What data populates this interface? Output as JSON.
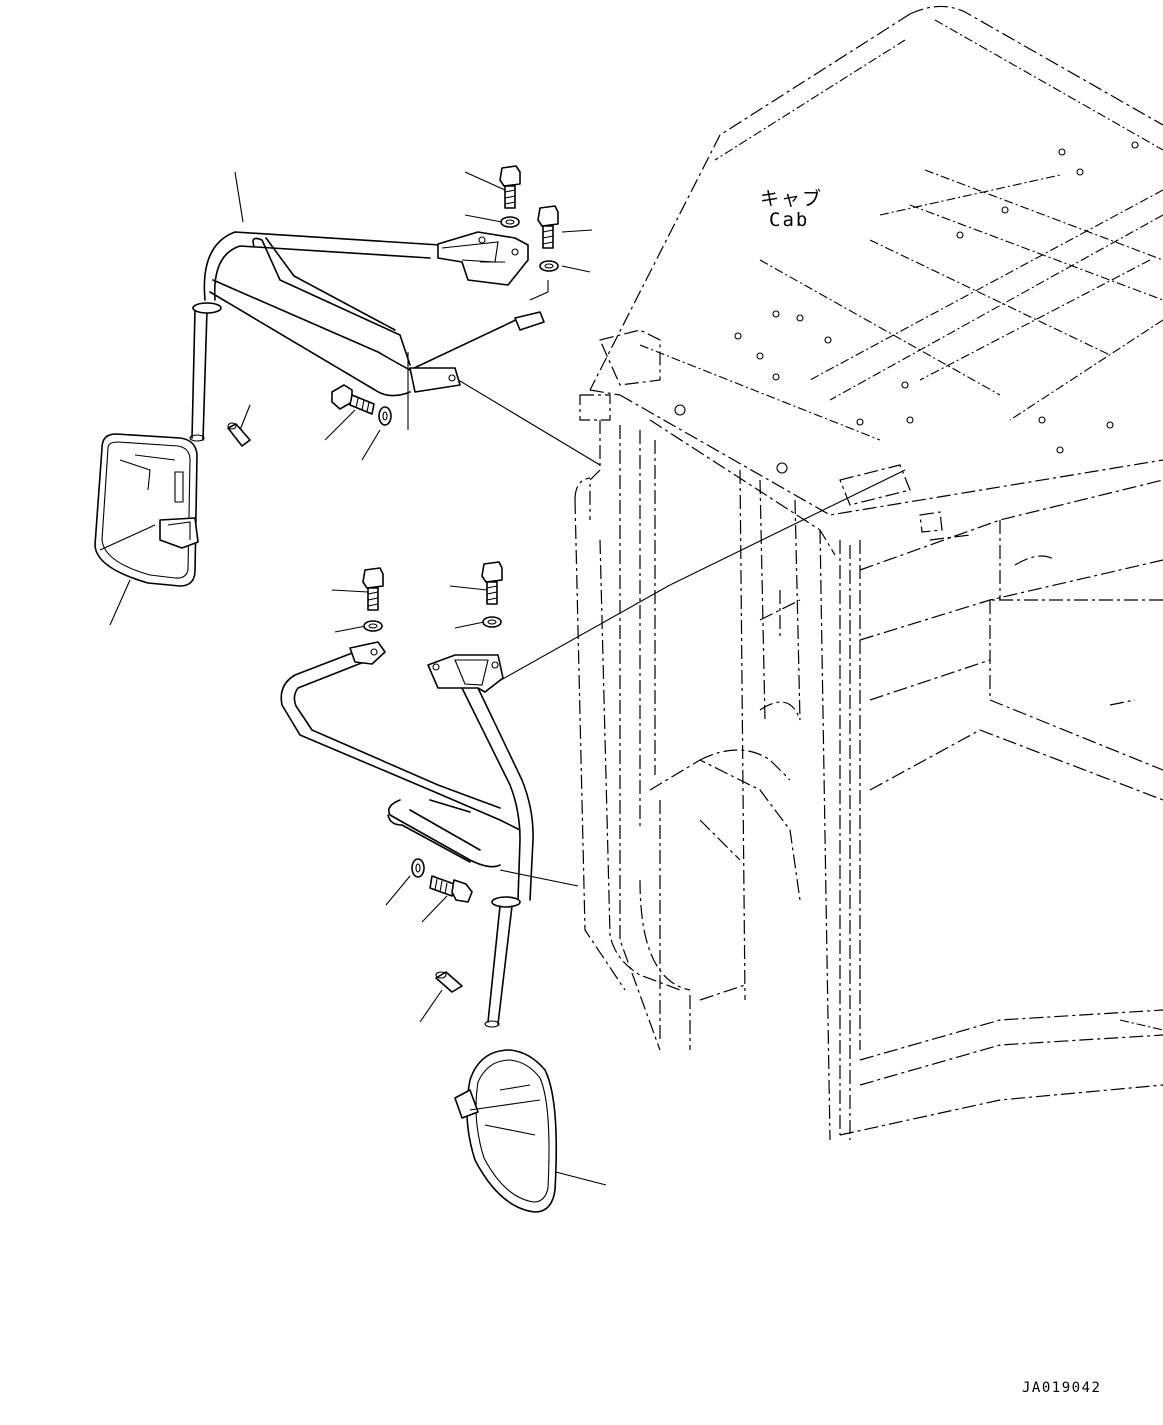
{
  "labels": {
    "cab_ja": "キャブ",
    "cab_en": "Cab",
    "drawing_number": "JA019042"
  },
  "colors": {
    "line": "#000000",
    "background": "#ffffff"
  }
}
